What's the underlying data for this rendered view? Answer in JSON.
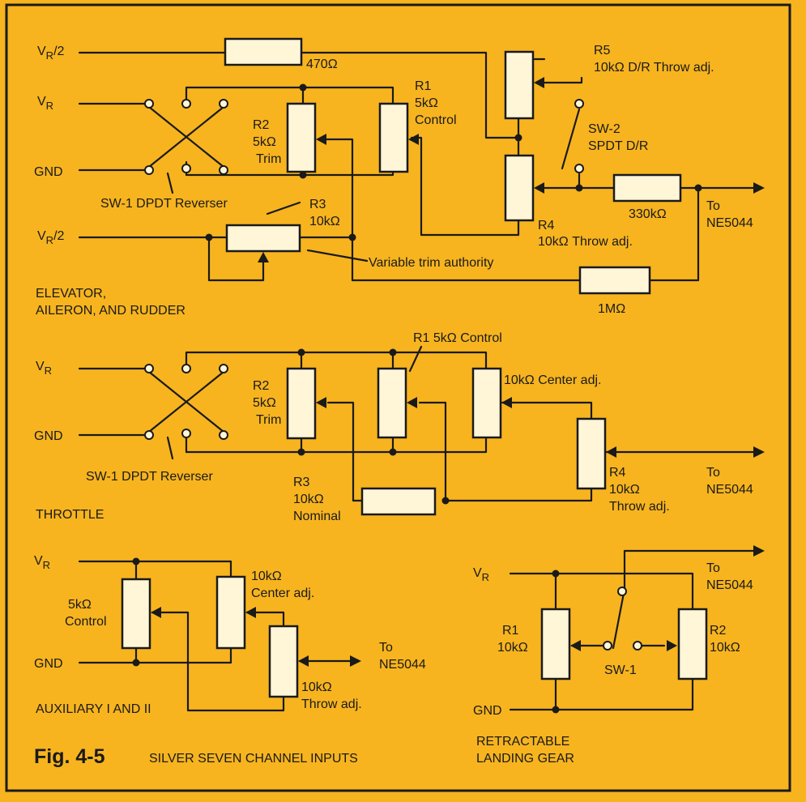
{
  "figure": {
    "number": "Fig. 4-5",
    "caption": "SILVER SEVEN CHANNEL INPUTS"
  },
  "colors": {
    "background": "#f7b41f",
    "border": "#1a1a1a",
    "ink": "#1a1a1a",
    "component_fill": "#fff6d8"
  },
  "common": {
    "vr": "V",
    "vr_sub": "R",
    "vr_half_tail": "/2",
    "gnd": "GND",
    "to": "To",
    "ne5044": "NE5044"
  },
  "elevator": {
    "title_line1": "ELEVATOR,",
    "title_line2": "AILERON, AND RUDDER",
    "r470": "470Ω",
    "r5_name": "R5",
    "r5_desc": "10kΩ D/R Throw adj.",
    "r1_name": "R1",
    "r1_value": "5kΩ",
    "r1_desc": "Control",
    "r2_name": "R2",
    "r2_value": "5kΩ",
    "r2_desc": "Trim",
    "sw2_name": "SW-2",
    "sw2_desc": "SPDT D/R",
    "sw1": "SW-1 DPDT Reverser",
    "r3_name": "R3",
    "r3_value": "10kΩ",
    "r330k": "330kΩ",
    "r4_name": "R4",
    "r4_desc": "10kΩ Throw adj.",
    "trim_note": "Variable trim authority",
    "r1m": "1MΩ"
  },
  "throttle": {
    "title": "THROTTLE",
    "r1_label": "R1 5kΩ Control",
    "center_adj": "10kΩ Center adj.",
    "r2_name": "R2",
    "r2_value": "5kΩ",
    "r2_desc": "Trim",
    "sw1": "SW-1 DPDT Reverser",
    "r3_name": "R3",
    "r3_value": "10kΩ",
    "r3_desc": "Nominal",
    "r4_name": "R4",
    "r4_value": "10kΩ",
    "r4_desc": "Throw adj."
  },
  "auxiliary": {
    "title": "AUXILIARY I AND II",
    "control_value": "5kΩ",
    "control_desc": "Control",
    "center_value": "10kΩ",
    "center_desc": "Center adj.",
    "throw_value": "10kΩ",
    "throw_desc": "Throw adj."
  },
  "gear": {
    "title_line1": "RETRACTABLE",
    "title_line2": "LANDING GEAR",
    "r1_name": "R1",
    "r1_value": "10kΩ",
    "r2_name": "R2",
    "r2_value": "10kΩ",
    "sw": "SW-1"
  }
}
